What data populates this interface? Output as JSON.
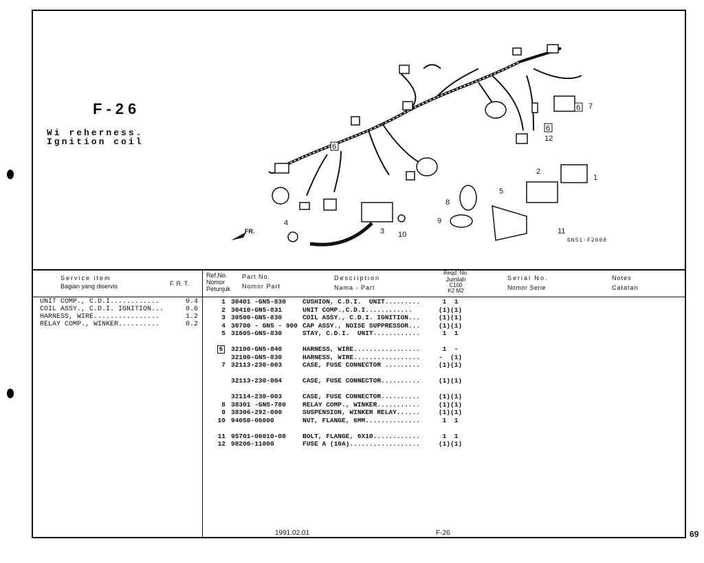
{
  "header": {
    "code": "F-26",
    "name_line1": "Wi reherness.",
    "name_line2": "Ignition coil"
  },
  "diagram": {
    "code": "GN51-F2600",
    "callouts": [
      "1",
      "2",
      "3",
      "4",
      "5",
      "7",
      "8",
      "9",
      "10",
      "11",
      "12"
    ],
    "boxed_callout": "6",
    "fr_label": "FR."
  },
  "columns": {
    "service_item_1": "Service item",
    "service_item_2": "Bagian yang diservis",
    "frt": "F. R. T.",
    "ref_1": "Ref.No.",
    "ref_2": "Nomor",
    "ref_3": "Petunjuk",
    "partno_1": "Part No.",
    "partno_2": "Nomor Part",
    "desc_1": "Description",
    "desc_2": "Nama - Part",
    "qty_1": "Reqd. No.",
    "qty_2": "Jumlah",
    "qty_3": "C100",
    "qty_4": "K2 M2",
    "serial_1": "Serial No.",
    "serial_2": "Nomor Serie",
    "notes_1": "Notes",
    "notes_2": "Catatan"
  },
  "service_items": [
    {
      "name": "UNIT COMP., C.D.I............",
      "frt": "0.4"
    },
    {
      "name": "COIL ASSY., C.D.I. IGNITION...",
      "frt": "0.6"
    },
    {
      "name": "HARNESS, WIRE................",
      "frt": "1.2"
    },
    {
      "name": "RELAY COMP., WINKER..........",
      "frt": "0.2"
    }
  ],
  "parts": [
    {
      "ref": "1",
      "pn": "30401 -GN5-830",
      "desc": "CUSHION, C.D.I.  UNIT.........",
      "qty": "1  1"
    },
    {
      "ref": "2",
      "pn": "30410-GN5-831",
      "desc": "UNIT COMP.,C.D.I............",
      "qty": "(1)(1)"
    },
    {
      "ref": "3",
      "pn": "30500-GN5-830",
      "desc": "COIL ASSY., C.D.I. IGNITION...",
      "qty": "(1)(1)"
    },
    {
      "ref": "4",
      "pn": "30700 - GN5 - 900",
      "desc": "CAP ASSY., NOISE SUPPRESSOR...",
      "qty": "(1)(1)"
    },
    {
      "ref": "5",
      "pn": "31605-GN5-830",
      "desc": "STAY, C.D.I.  UNIT............",
      "qty": "1  1"
    },
    {
      "ref": "",
      "pn": "",
      "desc": "",
      "qty": ""
    },
    {
      "ref": "6",
      "pn": "32100-GN5-840",
      "desc": "HARNESS, WIRE.................",
      "qty": "1  -",
      "boxed": true
    },
    {
      "ref": "",
      "pn": "32100-GN5-830",
      "desc": "HARNESS, WIRE.................",
      "qty": "-  (1)"
    },
    {
      "ref": "7",
      "pn": "32113-230-003",
      "desc": "CASE, FUSE CONNECTOR .........",
      "qty": "(1)(1)"
    },
    {
      "ref": "",
      "pn": "",
      "desc": "",
      "qty": ""
    },
    {
      "ref": "",
      "pn": "32113-230-004",
      "desc": "CASE, FUSE CONNECTOR..........",
      "qty": "(1)(1)"
    },
    {
      "ref": "",
      "pn": "",
      "desc": "",
      "qty": ""
    },
    {
      "ref": "",
      "pn": "32114-230-003",
      "desc": "CASE, FUSE CONNECTOR..........",
      "qty": "(1)(1)"
    },
    {
      "ref": "8",
      "pn": "38301 -GN5-780",
      "desc": "RELAY COMP., WINKER...........",
      "qty": "(1)(1)"
    },
    {
      "ref": "9",
      "pn": "38306-292-000",
      "desc": "SUSPENSION, WINKER RELAY......",
      "qty": "(1)(1)"
    },
    {
      "ref": "10",
      "pn": "94050-06000",
      "desc": "NUT, FLANGE, 6MM..............",
      "qty": "1  1"
    },
    {
      "ref": "",
      "pn": "",
      "desc": "",
      "qty": ""
    },
    {
      "ref": "11",
      "pn": "95701-06010-08",
      "desc": "BOLT, FLANGE, 6X10............",
      "qty": "1  1"
    },
    {
      "ref": "12",
      "pn": "98200-11000",
      "desc": "FUSE A (10A)..................",
      "qty": "(1)(1)"
    }
  ],
  "footer": {
    "date": "1991.02.01",
    "code": "F-26",
    "page": "69"
  }
}
